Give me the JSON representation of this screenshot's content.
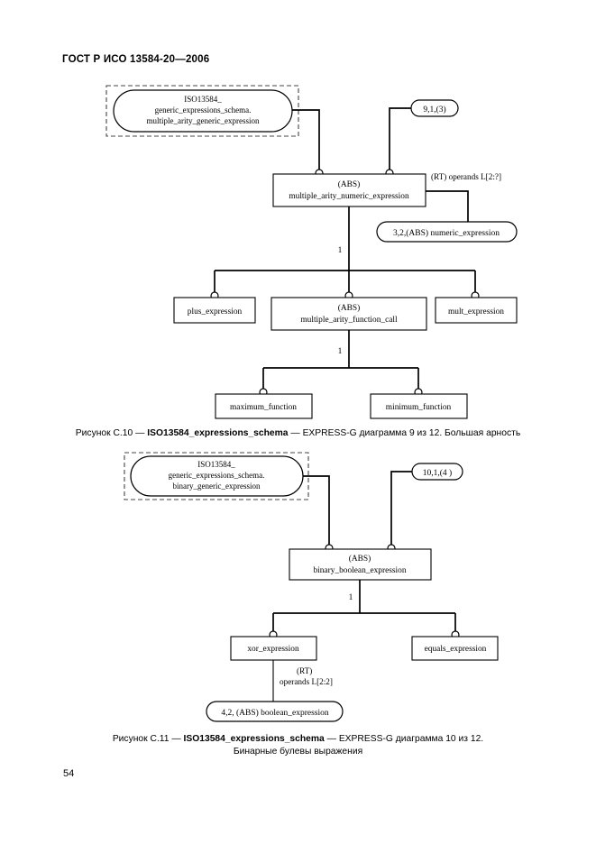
{
  "document": {
    "header": "ГОСТ Р ИСО 13584-20—2006",
    "page_number": "54"
  },
  "figures": [
    {
      "id": "figure-c10",
      "caption_prefix": "Рисунок С.10 — ",
      "caption_schema": "ISO13584_expressions_schema",
      "caption_suffix": " — EXPRESS-G диаграмма 9 из 12. Большая арность",
      "nodes": {
        "ref_oval": {
          "line1": "ISO13584_",
          "line2": "generic_expressions_schema.",
          "line3": "multiple_arity_generic_expression"
        },
        "page_ref": "9,1,(3)",
        "root_box": {
          "line1": "(ABS)",
          "line2": "multiple_arity_numeric_expression"
        },
        "rt_label": "(RT) operands L[2:?]",
        "numeric_oval": "3,2,(ABS) numeric_expression",
        "supertype_marker_1": "1",
        "children_1": [
          "plus_expression",
          "multiple_arity_function_call",
          "mult_expression"
        ],
        "children_1_abs_tag": "(ABS)",
        "supertype_marker_2": "1",
        "children_2": [
          "maximum_function",
          "minimum_function"
        ]
      }
    },
    {
      "id": "figure-c11",
      "caption_prefix": "Рисунок С.11 — ",
      "caption_schema": "ISO13584_expressions_schema",
      "caption_suffix": " — EXPRESS-G диаграмма 10 из 12.",
      "caption_line2": "Бинарные булевы выражения",
      "nodes": {
        "ref_oval": {
          "line1": "ISO13584_",
          "line2": "generic_expressions_schema.",
          "line3": "binary_generic_expression"
        },
        "page_ref": "10,1,(4 )",
        "root_box": {
          "line1": "(ABS)",
          "line2": "binary_boolean_expression"
        },
        "supertype_marker": "1",
        "children": [
          "xor_expression",
          "equals_expression"
        ],
        "rt_label_line1": "(RT)",
        "rt_label_line2": "operands L[2:2]",
        "boolean_oval": "4,2, (ABS) boolean_expression"
      }
    }
  ],
  "colors": {
    "ink": "#000000",
    "paper": "#ffffff",
    "dashed_border": "#444444"
  }
}
